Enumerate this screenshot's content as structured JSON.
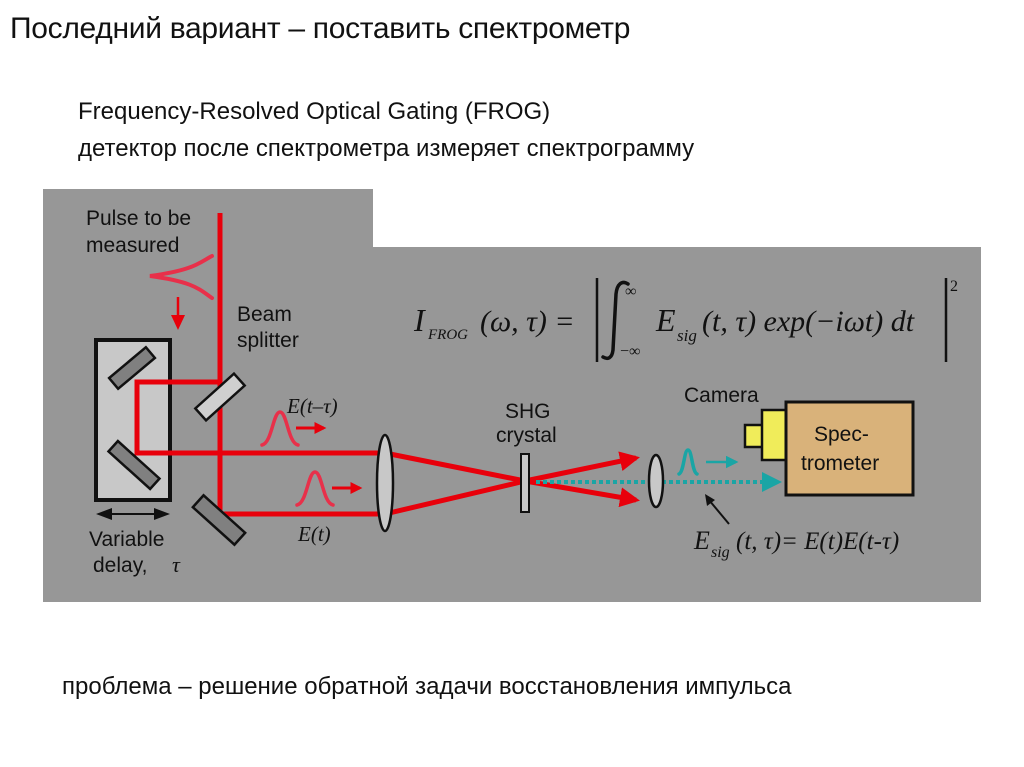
{
  "slide": {
    "title": "Последний вариант – поставить спектрометр",
    "subtitle_en": "Frequency-Resolved Optical Gating (FROG)",
    "subtitle_ru": "детектор после спектрометра измеряет спектрограмму",
    "bottom_note": "проблема – решение обратной задачи восстановления импульса"
  },
  "diagram": {
    "colors": {
      "background": "#979797",
      "beam": "#e8000b",
      "signal_beam": "#1aa5a5",
      "spectrometer": "#d9b27a",
      "camera": "#f0ec5a",
      "delay_stage": "#c8c8c8",
      "mirror": "#808080",
      "beam_splitter": "#cfcfcf"
    },
    "labels": {
      "pulse": [
        "Pulse to be",
        "measured"
      ],
      "beam_splitter": [
        "Beam",
        "splitter"
      ],
      "variable_delay": [
        "Variable",
        "delay,"
      ],
      "tau": "τ",
      "shg": [
        "SHG",
        "crystal"
      ],
      "camera": "Camera",
      "spectrometer": [
        "Spec-",
        "trometer"
      ]
    },
    "field_labels": {
      "delayed": "E(t–τ)",
      "direct": "E(t)"
    },
    "formula": {
      "lhs_I": "I",
      "lhs_sub": "FROG",
      "lhs_args": "(ω, τ) =",
      "int_upper": "∞",
      "int_lower": "−∞",
      "E": "E",
      "E_sub": "sig",
      "integrand": "(t, τ) exp(−iωt) dt",
      "power": "2"
    },
    "signal_formula": {
      "E": "E",
      "sub": "sig",
      "rest": "(t, τ)= E(t)E(t-τ)"
    }
  }
}
